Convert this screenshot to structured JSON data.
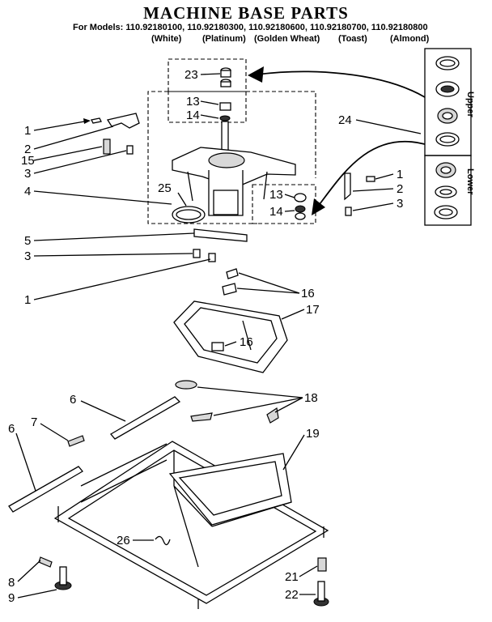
{
  "header": {
    "title": "MACHINE BASE PARTS",
    "models_line": "For Models: 110.92180100, 110.92180300, 110.92180600, 110.92180700, 110.92180800",
    "colors": [
      "(White)",
      "(Platinum)",
      "(Golden Wheat)",
      "(Toast)",
      "(Almond)"
    ]
  },
  "callouts": [
    "23",
    "13",
    "14",
    "24",
    "1",
    "2",
    "15",
    "3",
    "4",
    "25",
    "13",
    "14",
    "1",
    "2",
    "3",
    "5",
    "3",
    "1",
    "16",
    "17",
    "16",
    "6",
    "18",
    "7",
    "6",
    "19",
    "26",
    "8",
    "9",
    "21",
    "22"
  ],
  "side_labels": {
    "upper": "Upper",
    "lower": "Lower"
  }
}
